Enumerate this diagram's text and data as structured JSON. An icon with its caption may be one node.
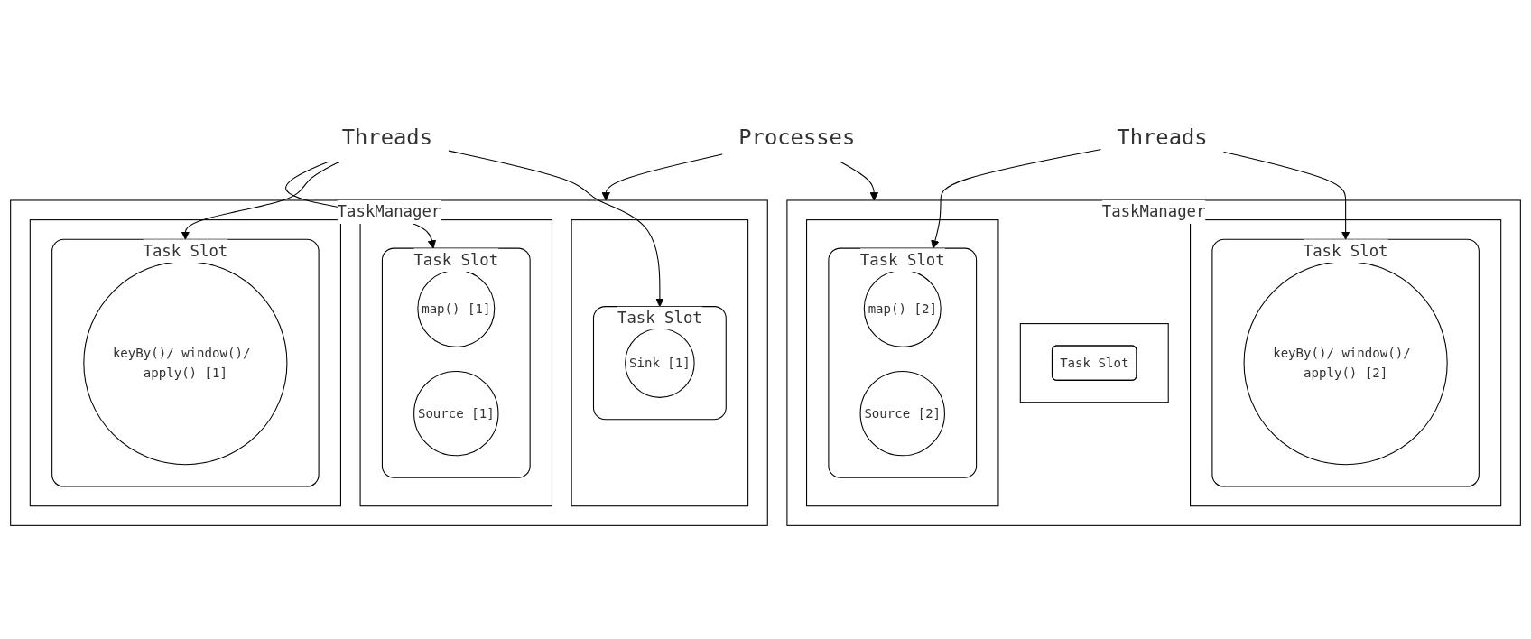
{
  "diagram": {
    "nodes": [
      {
        "text": [
          "Processes"
        ]
      },
      {
        "text": [
          "TaskManager"
        ]
      },
      {
        "text": [],
        "shape": "box",
        "in": 1
      },
      {
        "text": [
          "Task Slot"
        ],
        "in": 2
      },
      {
        "text": [
          "Source [1]"
        ],
        "in": 3
      },
      {
        "text": [
          "map() [1]"
        ],
        "in": 3
      },
      {
        "text": [],
        "shape": "box",
        "in": 1
      },
      {
        "text": [
          "Task Slot"
        ],
        "in": 6
      },
      {
        "text": [
          "keyBy()/ window()/ apply() [1]"
        ],
        "in": 7
      },
      {
        "text": [],
        "shape": "box",
        "in": 1
      },
      {
        "text": [
          "Task Slot"
        ],
        "in": 9
      },
      {
        "text": [
          "Sink [1]"
        ],
        "in": 10
      },
      {
        "text": [
          "TaskManager"
        ]
      },
      {
        "text": [],
        "shape": "box",
        "in": 12
      },
      {
        "text": [
          "Task Slot"
        ],
        "in": 13
      },
      {
        "text": [
          "Source [2]"
        ],
        "in": 14
      },
      {
        "text": [
          "map() [2]"
        ],
        "in": 14
      },
      {
        "text": [],
        "shape": "box",
        "in": 12
      },
      {
        "text": [
          "Task Slot"
        ],
        "in": 17
      },
      {
        "text": [
          "keyBy()/ window()/ apply() [2]"
        ],
        "in": 18
      },
      {
        "text": [],
        "shape": "box",
        "in": 12
      },
      {
        "text": [
          "Task Slot"
        ],
        "in": 20
      },
      {
        "text": [
          "Threads"
        ]
      },
      {
        "text": [
          "Threads"
        ]
      }
    ],
    "edges": [
      {
        "from": 0,
        "to": 1,
        "arrow": "to"
      },
      {
        "from": 0,
        "to": 12,
        "arrow": "to"
      },
      {
        "from": 22,
        "to": 3,
        "arrow": "to"
      },
      {
        "from": 22,
        "to": 7,
        "arrow": "to"
      },
      {
        "from": 22,
        "to": 10,
        "arrow": "to"
      },
      {
        "from": 23,
        "to": 14,
        "arrow": "to"
      },
      {
        "from": 23,
        "to": 18,
        "arrow": "to"
      }
    ]
  }
}
